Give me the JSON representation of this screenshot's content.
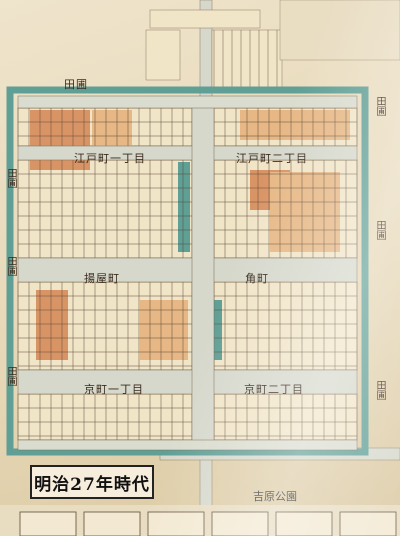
{
  "caption": "明治27年時代",
  "streets": {
    "edo_ni": "江戸町二丁目",
    "edo_itchome": "江戸町一丁目",
    "ageya_machi": "揚屋町",
    "sumi_machi": "角町",
    "kyo_itchome": "京町一丁目",
    "kyo_ni": "京町二丁目",
    "tambo": "田圃"
  },
  "park": "吉原公園",
  "colors": {
    "moat": "#5f9f96",
    "street": "#d6d8cc",
    "lot_light": "#f1e5c8",
    "lot_orange": "#d99466",
    "lot_peach": "#e7b886",
    "lot_teal": "#5f9f96",
    "ink": "#3a2a1c"
  }
}
